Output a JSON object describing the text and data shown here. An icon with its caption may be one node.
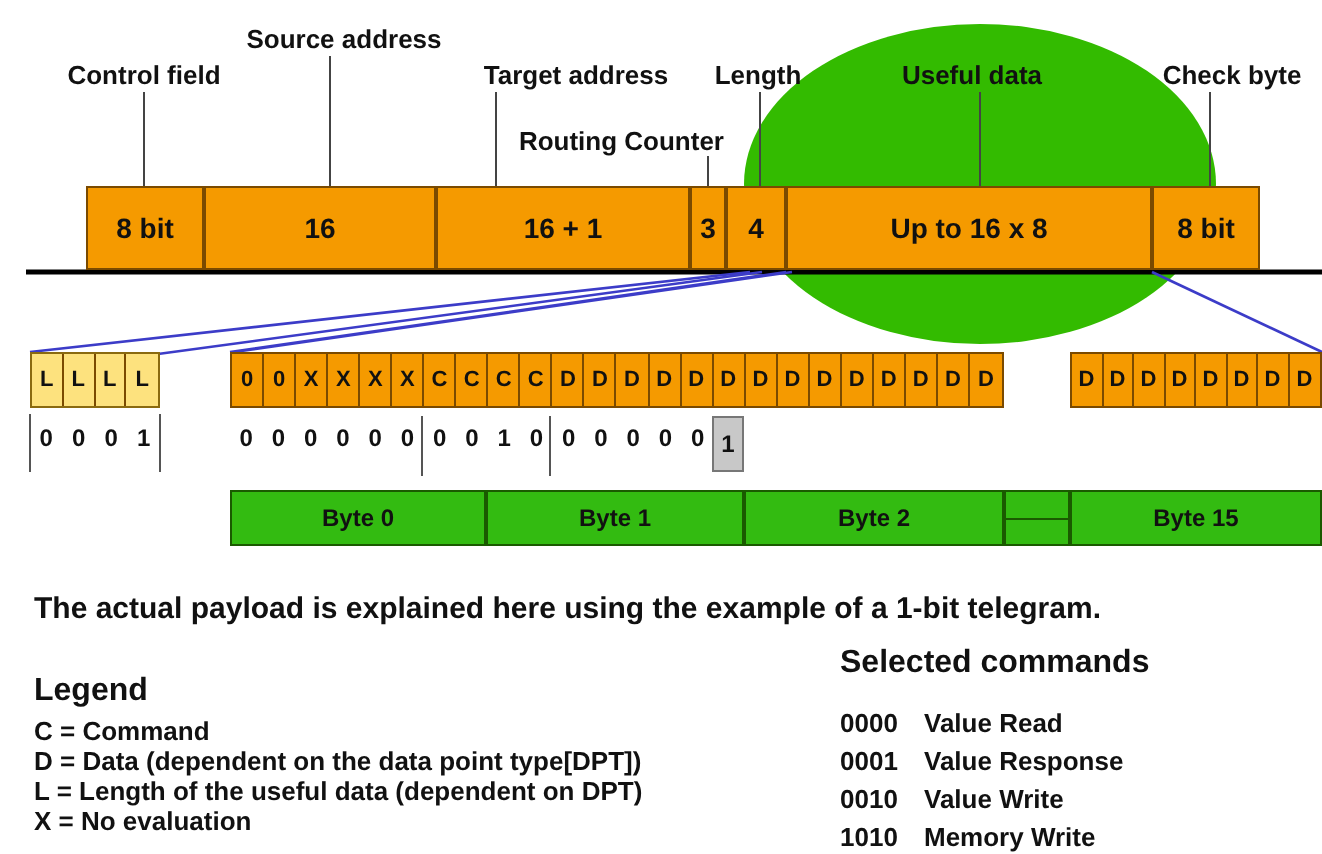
{
  "diagram": {
    "nodes": [
      {
        "text": [
          "Control field"
        ]
      },
      {
        "text": [
          "Source address"
        ]
      },
      {
        "text": [
          "Target address"
        ]
      },
      {
        "text": [
          "Length"
        ]
      },
      {
        "text": [
          "Routing Counter"
        ]
      },
      {
        "text": [
          "Useful data"
        ]
      },
      {
        "text": [
          "Check byte"
        ]
      },
      {
        "text": [
          "8 bit"
        ]
      },
      {
        "text": [
          "16"
        ]
      },
      {
        "text": [
          "16 + 1"
        ]
      },
      {
        "text": [
          "3"
        ]
      },
      {
        "text": [
          "4"
        ]
      },
      {
        "text": [
          "Up to 16 x 8"
        ]
      },
      {
        "text": [
          "8 bit"
        ]
      },
      {
        "text": [],
        "shape": "box"
      },
      {
        "text": [
          "L"
        ],
        "in": 14
      },
      {
        "text": [
          "L"
        ],
        "in": 14
      },
      {
        "text": [
          "L"
        ],
        "in": 14
      },
      {
        "text": [
          "L"
        ],
        "in": 14
      },
      {
        "text": [],
        "shape": "box"
      },
      {
        "text": [
          "0"
        ],
        "in": 19
      },
      {
        "text": [
          "0"
        ],
        "in": 19
      },
      {
        "text": [
          "X"
        ],
        "in": 19
      },
      {
        "text": [
          "X"
        ],
        "in": 19
      },
      {
        "text": [
          "X"
        ],
        "in": 19
      },
      {
        "text": [
          "X"
        ],
        "in": 19
      },
      {
        "text": [
          "C"
        ],
        "in": 19
      },
      {
        "text": [
          "C"
        ],
        "in": 19
      },
      {
        "text": [
          "C"
        ],
        "in": 19
      },
      {
        "text": [
          "C"
        ],
        "in": 19
      },
      {
        "text": [
          "D"
        ],
        "in": 19
      },
      {
        "text": [
          "D"
        ],
        "in": 19
      },
      {
        "text": [
          "D"
        ],
        "in": 19
      },
      {
        "text": [
          "D"
        ],
        "in": 19
      },
      {
        "text": [
          "D"
        ],
        "in": 19
      },
      {
        "text": [
          "D"
        ],
        "in": 19
      },
      {
        "text": [
          "D"
        ],
        "in": 19
      },
      {
        "text": [
          "D"
        ],
        "in": 19
      },
      {
        "text": [
          "D"
        ],
        "in": 19
      },
      {
        "text": [
          "D"
        ],
        "in": 19
      },
      {
        "text": [
          "D"
        ],
        "in": 19
      },
      {
        "text": [
          "D"
        ],
        "in": 19
      },
      {
        "text": [
          "D"
        ],
        "in": 19
      },
      {
        "text": [
          "D"
        ],
        "in": 19
      },
      {
        "text": [],
        "shape": "box"
      },
      {
        "text": [
          "D"
        ],
        "in": 44
      },
      {
        "text": [
          "D"
        ],
        "in": 44
      },
      {
        "text": [
          "D"
        ],
        "in": 44
      },
      {
        "text": [
          "D"
        ],
        "in": 44
      },
      {
        "text": [
          "D"
        ],
        "in": 44
      },
      {
        "text": [
          "D"
        ],
        "in": 44
      },
      {
        "text": [
          "D"
        ],
        "in": 44
      },
      {
        "text": [
          "D"
        ],
        "in": 44
      },
      {
        "text": [
          "1"
        ]
      },
      {
        "text": [
          "Byte 0"
        ]
      },
      {
        "text": [
          "Byte 1"
        ]
      },
      {
        "text": [
          "Byte 2"
        ]
      },
      {
        "text": [],
        "shape": "box"
      },
      {
        "text": [
          "Byte 15"
        ]
      }
    ],
    "edges": [
      {
        "from": 0,
        "to": 7,
        "arrow": "none"
      },
      {
        "from": 1,
        "to": 8,
        "arrow": "none"
      },
      {
        "from": 2,
        "to": 9,
        "arrow": "none"
      },
      {
        "from": 3,
        "to": 11,
        "arrow": "none"
      },
      {
        "from": 4,
        "to": 10,
        "arrow": "none"
      },
      {
        "from": 5,
        "to": 12,
        "arrow": "none"
      },
      {
        "from": 6,
        "to": 13,
        "arrow": "none"
      },
      {
        "from": 11,
        "to": 14,
        "arrow": "none",
        "color": "#3c3cc8"
      },
      {
        "from": 12,
        "to": 19,
        "arrow": "none",
        "color": "#3c3cc8"
      },
      {
        "from": 12,
        "to": 44,
        "arrow": "none",
        "color": "#3c3cc8"
      },
      {
        "from": 11,
        "to": 18,
        "arrow": "none",
        "color": "#3c3cc8"
      }
    ],
    "labels": [
      "0",
      "0",
      "0",
      "1",
      "0",
      "0",
      "0",
      "0",
      "0",
      "0",
      "0",
      "0",
      "1",
      "0",
      "0",
      "0",
      "0",
      "0",
      "0",
      "The actual payload is explained here using the example of a 1-bit telegram.",
      "Selected commands",
      "Legend",
      "C = Command",
      "D = Data (dependent on the data point type[DPT])",
      "L = Length of the useful data (dependent on DPT)",
      "X = No evaluation",
      "0000",
      "Value Read",
      "0001",
      "Value Response",
      "0010",
      "Value Write",
      "1010",
      "Memory Write"
    ]
  }
}
